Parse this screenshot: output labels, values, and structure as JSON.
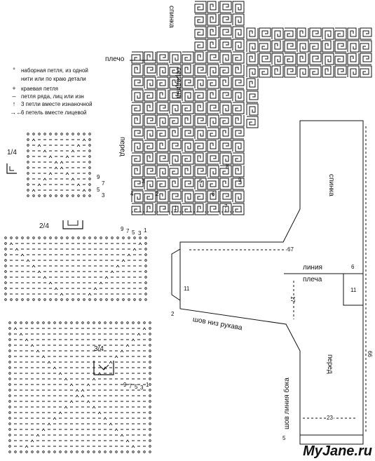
{
  "legend": [
    {
      "icon": "open-circle-icon",
      "symbol": "°",
      "text": "наборная петля, из одной"
    },
    {
      "icon": "",
      "symbol": "",
      "text": "нити или по краю детали"
    },
    {
      "icon": "plus-icon",
      "symbol": "+",
      "text": "краевая петля"
    },
    {
      "icon": "dash-icon",
      "symbol": "–",
      "text": "петля ряда, лиц или изн"
    },
    {
      "icon": "three-together-icon",
      "symbol": "↑",
      "text": "3 петли вместе изнаночной"
    },
    {
      "icon": "six-together-icon",
      "symbol": "→←",
      "text": "6 петель вместе лицевой"
    }
  ],
  "motif": {
    "labels": {
      "spinka": "спинка",
      "plecho": "плечо",
      "seredina": "середина",
      "pered": "перед"
    },
    "numbers": [
      "1",
      "2",
      "3",
      "4",
      "5",
      "6",
      "7",
      "8",
      "9"
    ]
  },
  "charts": {
    "quarter_1": {
      "label": "1/4",
      "row_numbers": [
        "9",
        "7",
        "5",
        "3"
      ]
    },
    "quarter_2": {
      "label": "2/4",
      "row_numbers": [
        "9",
        "7",
        "5",
        "3",
        "1"
      ]
    },
    "quarter_3": {
      "label": "3/4",
      "row_numbers": [
        "9",
        "7",
        "5",
        "3",
        "1"
      ]
    }
  },
  "pattern": {
    "spinka": "спинка",
    "pered": "перед",
    "linia": "линия",
    "plecha": "плеча",
    "shov_niz_rukava": "шов низ рукава",
    "shov_linia_boka": "шов линия бока",
    "dims": {
      "d67": "67",
      "d6": "6",
      "d11_sleeve": "11",
      "d11_neck": "11",
      "d17": "17",
      "d2": "2",
      "d66": "66",
      "d23": "23",
      "d5": "5"
    }
  },
  "watermark": "MyJane.ru"
}
